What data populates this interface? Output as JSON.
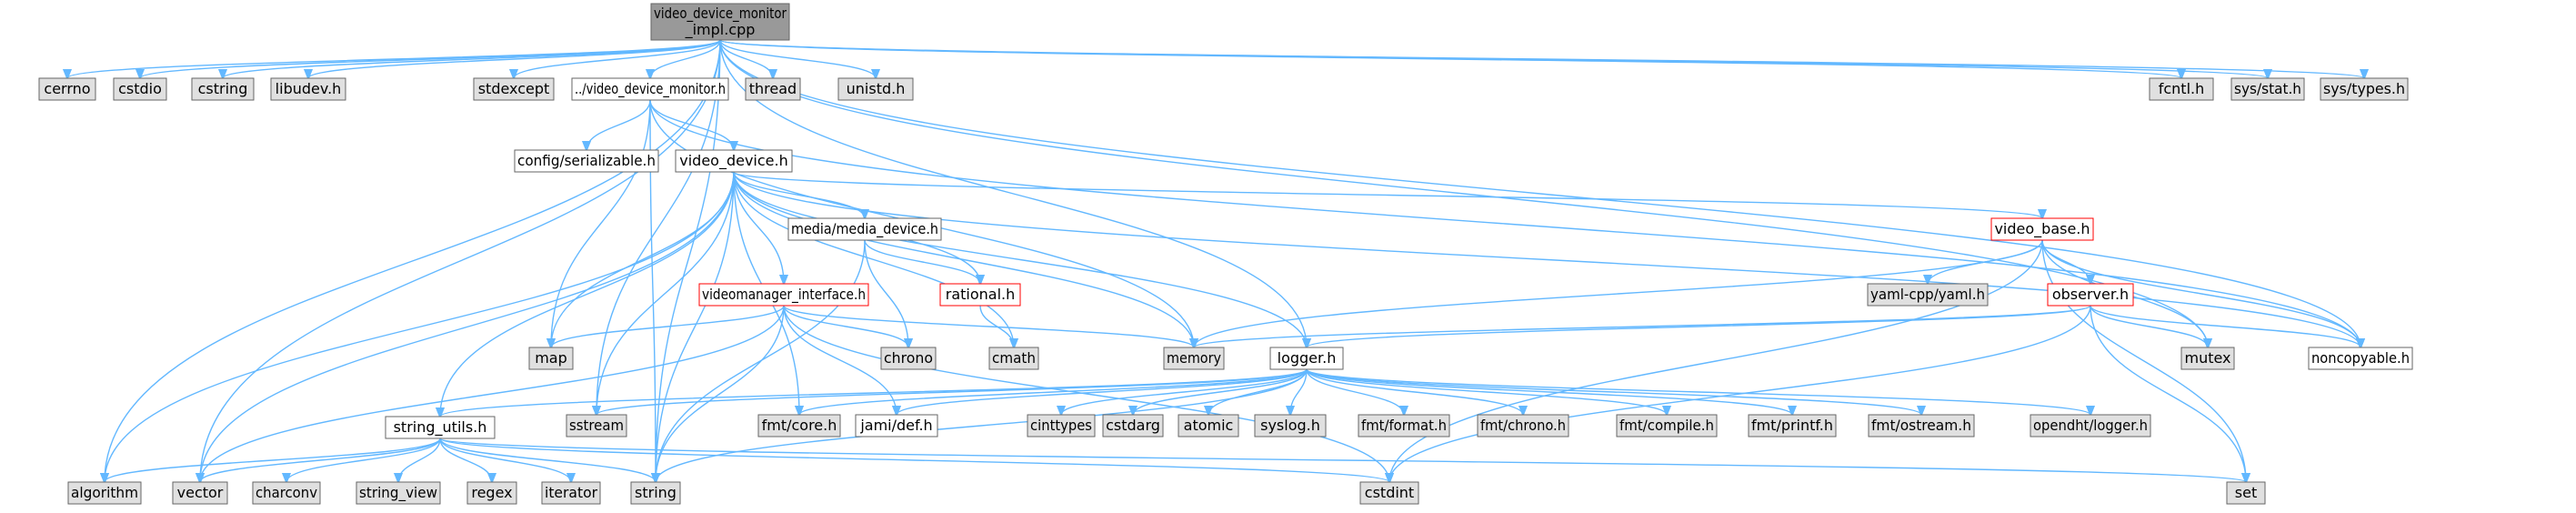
{
  "graph": {
    "colors": {
      "edge": "#63b8ff",
      "root_fill": "#999999",
      "project_fill": "#ffffff",
      "system_fill": "#e0e0e0",
      "border_default": "#666666",
      "border_truncated": "#ff0000",
      "text": "#000000"
    },
    "nodes": [
      {
        "id": "root",
        "lines": [
          "video_device_monitor",
          "_impl.cpp"
        ],
        "kind": "root"
      },
      {
        "id": "cerrno",
        "lines": [
          "cerrno"
        ],
        "kind": "system"
      },
      {
        "id": "cstdio",
        "lines": [
          "cstdio"
        ],
        "kind": "system"
      },
      {
        "id": "cstring",
        "lines": [
          "cstring"
        ],
        "kind": "system"
      },
      {
        "id": "libudev",
        "lines": [
          "libudev.h"
        ],
        "kind": "system"
      },
      {
        "id": "stdexcept",
        "lines": [
          "stdexcept"
        ],
        "kind": "system"
      },
      {
        "id": "vdm",
        "lines": [
          "../video_device_monitor.h"
        ],
        "kind": "project"
      },
      {
        "id": "thread",
        "lines": [
          "thread"
        ],
        "kind": "system"
      },
      {
        "id": "unistd",
        "lines": [
          "unistd.h"
        ],
        "kind": "system"
      },
      {
        "id": "fcntl",
        "lines": [
          "fcntl.h"
        ],
        "kind": "system"
      },
      {
        "id": "sysstat",
        "lines": [
          "sys/stat.h"
        ],
        "kind": "system"
      },
      {
        "id": "systypes",
        "lines": [
          "sys/types.h"
        ],
        "kind": "system"
      },
      {
        "id": "serializable",
        "lines": [
          "config/serializable.h"
        ],
        "kind": "project"
      },
      {
        "id": "videodevice",
        "lines": [
          "video_device.h"
        ],
        "kind": "project"
      },
      {
        "id": "mediadevice",
        "lines": [
          "media/media_device.h"
        ],
        "kind": "project"
      },
      {
        "id": "videobase",
        "lines": [
          "video_base.h"
        ],
        "kind": "truncated"
      },
      {
        "id": "vminterface",
        "lines": [
          "videomanager_interface.h"
        ],
        "kind": "truncated"
      },
      {
        "id": "rational",
        "lines": [
          "rational.h"
        ],
        "kind": "truncated"
      },
      {
        "id": "yaml",
        "lines": [
          "yaml-cpp/yaml.h"
        ],
        "kind": "system"
      },
      {
        "id": "observer",
        "lines": [
          "observer.h"
        ],
        "kind": "truncated"
      },
      {
        "id": "map",
        "lines": [
          "map"
        ],
        "kind": "system"
      },
      {
        "id": "chrono",
        "lines": [
          "chrono"
        ],
        "kind": "system"
      },
      {
        "id": "cmath",
        "lines": [
          "cmath"
        ],
        "kind": "system"
      },
      {
        "id": "memory",
        "lines": [
          "memory"
        ],
        "kind": "system"
      },
      {
        "id": "logger",
        "lines": [
          "logger.h"
        ],
        "kind": "project"
      },
      {
        "id": "mutex",
        "lines": [
          "mutex"
        ],
        "kind": "system"
      },
      {
        "id": "noncopyable",
        "lines": [
          "noncopyable.h"
        ],
        "kind": "project"
      },
      {
        "id": "sstream",
        "lines": [
          "sstream"
        ],
        "kind": "system"
      },
      {
        "id": "fmtcore",
        "lines": [
          "fmt/core.h"
        ],
        "kind": "system"
      },
      {
        "id": "jamidef",
        "lines": [
          "jami/def.h"
        ],
        "kind": "project"
      },
      {
        "id": "cinttypes",
        "lines": [
          "cinttypes"
        ],
        "kind": "system"
      },
      {
        "id": "cstdarg",
        "lines": [
          "cstdarg"
        ],
        "kind": "system"
      },
      {
        "id": "atomic",
        "lines": [
          "atomic"
        ],
        "kind": "system"
      },
      {
        "id": "syslog",
        "lines": [
          "syslog.h"
        ],
        "kind": "system"
      },
      {
        "id": "fmtformat",
        "lines": [
          "fmt/format.h"
        ],
        "kind": "system"
      },
      {
        "id": "fmtchrono",
        "lines": [
          "fmt/chrono.h"
        ],
        "kind": "system"
      },
      {
        "id": "fmtcompile",
        "lines": [
          "fmt/compile.h"
        ],
        "kind": "system"
      },
      {
        "id": "fmtprintf",
        "lines": [
          "fmt/printf.h"
        ],
        "kind": "system"
      },
      {
        "id": "fmtostream",
        "lines": [
          "fmt/ostream.h"
        ],
        "kind": "system"
      },
      {
        "id": "opendhtlogger",
        "lines": [
          "opendht/logger.h"
        ],
        "kind": "system"
      },
      {
        "id": "stringutils",
        "lines": [
          "string_utils.h"
        ],
        "kind": "project"
      },
      {
        "id": "algorithm",
        "lines": [
          "algorithm"
        ],
        "kind": "system"
      },
      {
        "id": "vector",
        "lines": [
          "vector"
        ],
        "kind": "system"
      },
      {
        "id": "charconv",
        "lines": [
          "charconv"
        ],
        "kind": "system"
      },
      {
        "id": "stringview",
        "lines": [
          "string_view"
        ],
        "kind": "system"
      },
      {
        "id": "regex",
        "lines": [
          "regex"
        ],
        "kind": "system"
      },
      {
        "id": "iterator",
        "lines": [
          "iterator"
        ],
        "kind": "system"
      },
      {
        "id": "string",
        "lines": [
          "string"
        ],
        "kind": "system"
      },
      {
        "id": "cstdint",
        "lines": [
          "cstdint"
        ],
        "kind": "system"
      },
      {
        "id": "set",
        "lines": [
          "set"
        ],
        "kind": "system"
      }
    ],
    "edges": [
      [
        "root",
        "cerrno"
      ],
      [
        "root",
        "cstdio"
      ],
      [
        "root",
        "cstring"
      ],
      [
        "root",
        "libudev"
      ],
      [
        "root",
        "stdexcept"
      ],
      [
        "root",
        "vdm"
      ],
      [
        "root",
        "thread"
      ],
      [
        "root",
        "unistd"
      ],
      [
        "root",
        "fcntl"
      ],
      [
        "root",
        "sysstat"
      ],
      [
        "root",
        "systypes"
      ],
      [
        "root",
        "algorithm"
      ],
      [
        "root",
        "vector"
      ],
      [
        "root",
        "sstream"
      ],
      [
        "root",
        "logger"
      ],
      [
        "root",
        "mutex"
      ],
      [
        "root",
        "noncopyable"
      ],
      [
        "root",
        "string"
      ],
      [
        "vdm",
        "serializable"
      ],
      [
        "vdm",
        "videodevice"
      ],
      [
        "vdm",
        "map"
      ],
      [
        "vdm",
        "string"
      ],
      [
        "vdm",
        "memory"
      ],
      [
        "vdm",
        "noncopyable"
      ],
      [
        "videodevice",
        "mediadevice"
      ],
      [
        "videodevice",
        "videobase"
      ],
      [
        "videodevice",
        "vminterface"
      ],
      [
        "videodevice",
        "rational"
      ],
      [
        "videodevice",
        "map"
      ],
      [
        "videodevice",
        "cmath"
      ],
      [
        "videodevice",
        "memory"
      ],
      [
        "videodevice",
        "logger"
      ],
      [
        "videodevice",
        "sstream"
      ],
      [
        "videodevice",
        "fmtcore"
      ],
      [
        "videodevice",
        "stringutils"
      ],
      [
        "videodevice",
        "algorithm"
      ],
      [
        "videodevice",
        "vector"
      ],
      [
        "videodevice",
        "string"
      ],
      [
        "videodevice",
        "noncopyable"
      ],
      [
        "mediadevice",
        "rational"
      ],
      [
        "mediadevice",
        "chrono"
      ],
      [
        "mediadevice",
        "string"
      ],
      [
        "rational",
        "cmath"
      ],
      [
        "videobase",
        "yaml"
      ],
      [
        "videobase",
        "observer"
      ],
      [
        "videobase",
        "memory"
      ],
      [
        "videobase",
        "mutex"
      ],
      [
        "videobase",
        "noncopyable"
      ],
      [
        "videobase",
        "set"
      ],
      [
        "videobase",
        "cstdint"
      ],
      [
        "observer",
        "memory"
      ],
      [
        "observer",
        "logger"
      ],
      [
        "observer",
        "mutex"
      ],
      [
        "observer",
        "noncopyable"
      ],
      [
        "observer",
        "set"
      ],
      [
        "observer",
        "cstdint"
      ],
      [
        "vminterface",
        "map"
      ],
      [
        "vminterface",
        "chrono"
      ],
      [
        "vminterface",
        "memory"
      ],
      [
        "vminterface",
        "jamidef"
      ],
      [
        "vminterface",
        "vector"
      ],
      [
        "vminterface",
        "string"
      ],
      [
        "vminterface",
        "cstdint"
      ],
      [
        "logger",
        "sstream"
      ],
      [
        "logger",
        "fmtcore"
      ],
      [
        "logger",
        "jamidef"
      ],
      [
        "logger",
        "cinttypes"
      ],
      [
        "logger",
        "cstdarg"
      ],
      [
        "logger",
        "atomic"
      ],
      [
        "logger",
        "syslog"
      ],
      [
        "logger",
        "fmtformat"
      ],
      [
        "logger",
        "fmtchrono"
      ],
      [
        "logger",
        "fmtcompile"
      ],
      [
        "logger",
        "fmtprintf"
      ],
      [
        "logger",
        "fmtostream"
      ],
      [
        "logger",
        "opendhtlogger"
      ],
      [
        "logger",
        "stringutils"
      ],
      [
        "logger",
        "string"
      ],
      [
        "stringutils",
        "algorithm"
      ],
      [
        "stringutils",
        "vector"
      ],
      [
        "stringutils",
        "charconv"
      ],
      [
        "stringutils",
        "stringview"
      ],
      [
        "stringutils",
        "regex"
      ],
      [
        "stringutils",
        "iterator"
      ],
      [
        "stringutils",
        "string"
      ],
      [
        "stringutils",
        "cstdint"
      ],
      [
        "stringutils",
        "set"
      ]
    ]
  }
}
